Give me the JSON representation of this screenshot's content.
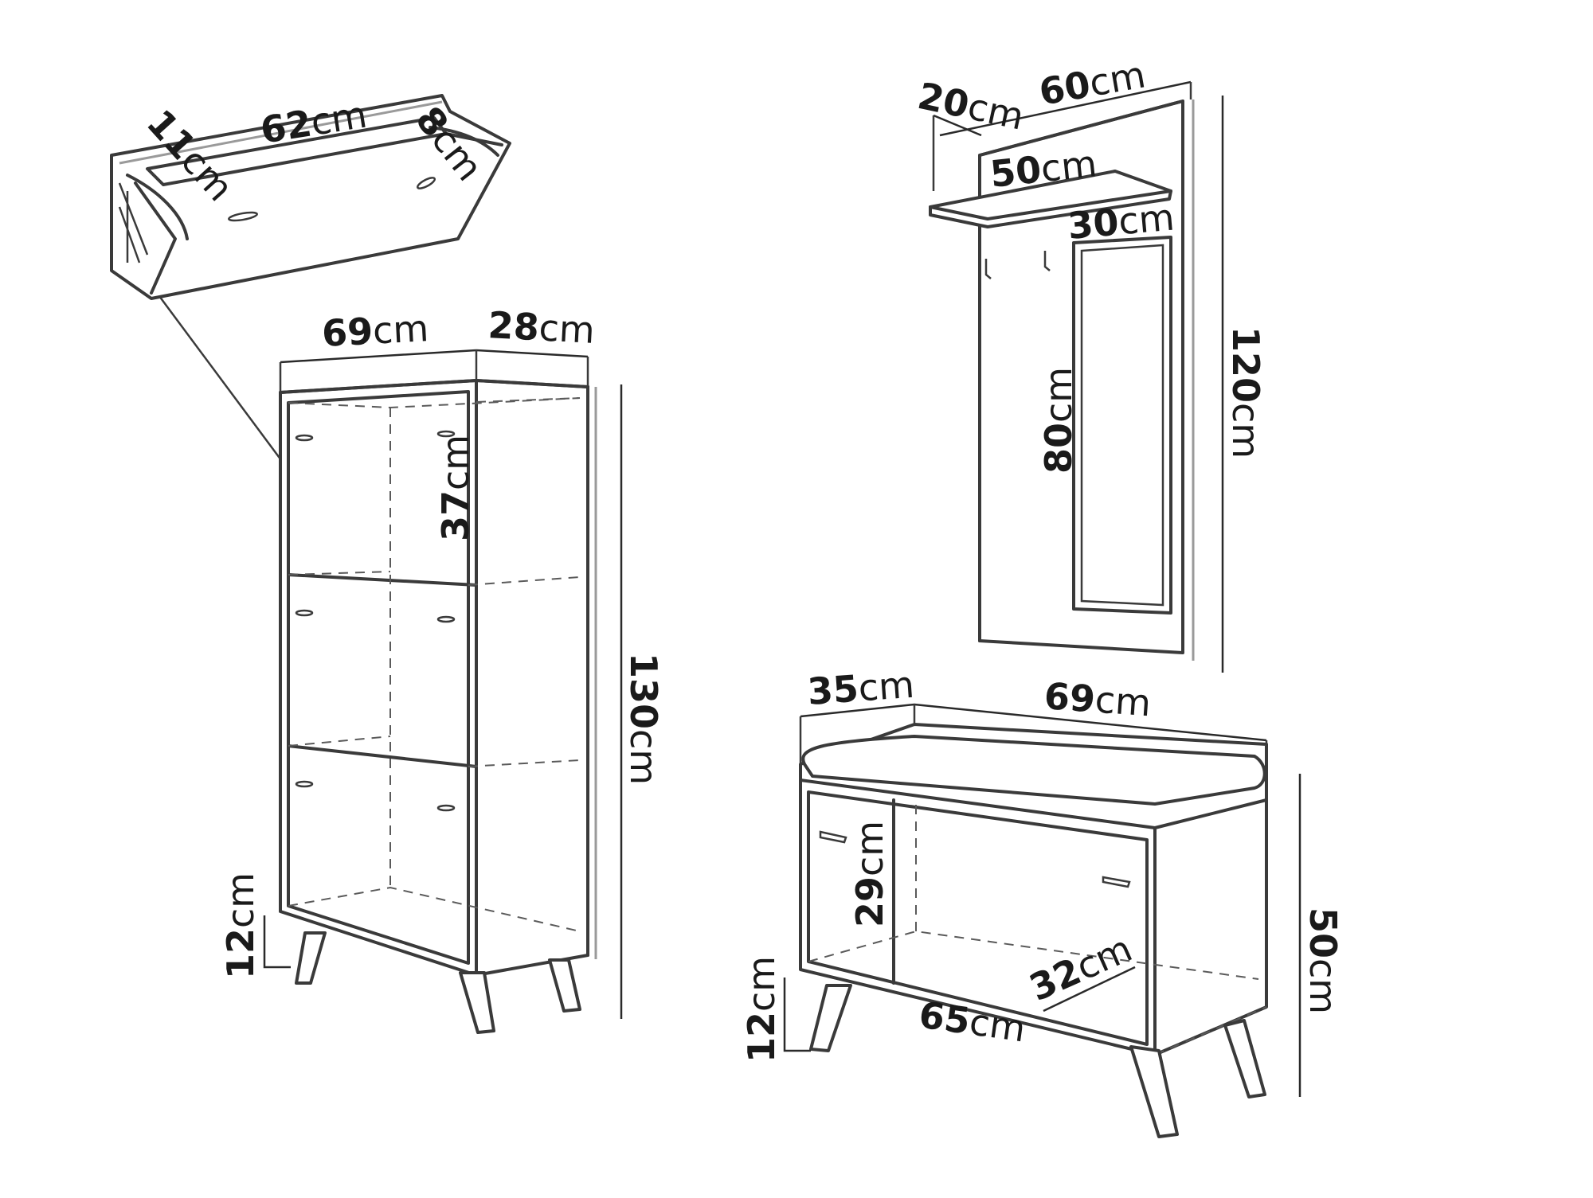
{
  "unit": "cm",
  "dimensions": {
    "shoe_cabinet_width": "62",
    "shoe_cabinet_depth": "11",
    "shoe_cabinet_depth2": "8",
    "cabinet_width": "69",
    "cabinet_depth": "28",
    "cabinet_shelf": "37",
    "cabinet_height": "130",
    "cabinet_legs": "12",
    "panel_depth": "20",
    "panel_width": "60",
    "panel_shelf": "50",
    "panel_mirror_width": "30",
    "panel_mirror_height": "80",
    "panel_height": "120",
    "bench_depth": "35",
    "bench_width": "69",
    "bench_inner": "29",
    "bench_inner_depth": "32",
    "bench_inner_width": "65",
    "bench_height": "50",
    "bench_legs": "12"
  }
}
